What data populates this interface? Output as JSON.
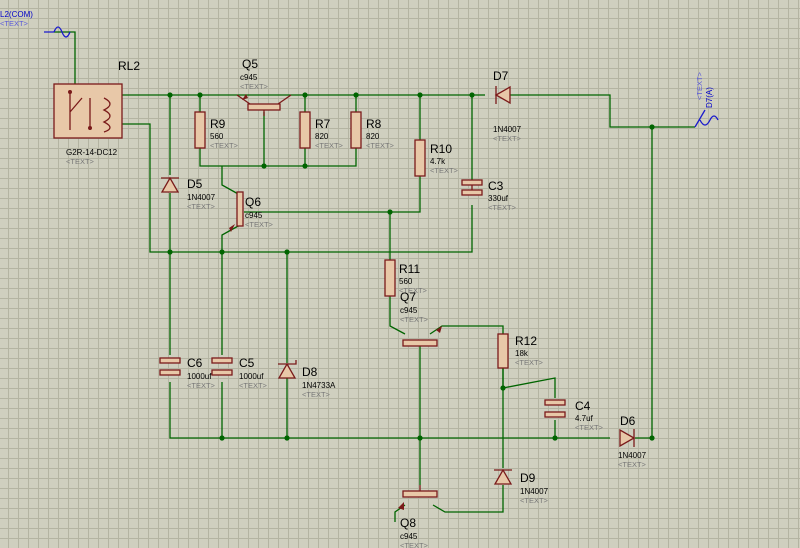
{
  "schematic": {
    "text_placeholder": "<TEXT>",
    "terminal_top": "L2(COM)",
    "terminal_right": "D7(A)",
    "relay": {
      "ref": "RL2",
      "value": "G2R-14-DC12"
    },
    "q5": {
      "ref": "Q5",
      "value": "c945"
    },
    "q6": {
      "ref": "Q6",
      "value": "c945"
    },
    "q7": {
      "ref": "Q7",
      "value": "c945"
    },
    "q8": {
      "ref": "Q8",
      "value": "c945"
    },
    "r9": {
      "ref": "R9",
      "value": "560"
    },
    "r7": {
      "ref": "R7",
      "value": "820"
    },
    "r8": {
      "ref": "R8",
      "value": "820"
    },
    "r10": {
      "ref": "R10",
      "value": "4.7k"
    },
    "r11": {
      "ref": "R11",
      "value": "560"
    },
    "r12": {
      "ref": "R12",
      "value": "18k"
    },
    "c3": {
      "ref": "C3",
      "value": "330uf"
    },
    "c4": {
      "ref": "C4",
      "value": "4.7uf"
    },
    "c5": {
      "ref": "C5",
      "value": "1000uf"
    },
    "c6": {
      "ref": "C6",
      "value": "1000uf"
    },
    "d5": {
      "ref": "D5",
      "value": "1N4007"
    },
    "d6": {
      "ref": "D6",
      "value": "1N4007"
    },
    "d7": {
      "ref": "D7",
      "value": "1N4007"
    },
    "d8": {
      "ref": "D8",
      "value": "1N4733A"
    },
    "d9": {
      "ref": "D9",
      "value": "1N4007"
    }
  },
  "colors": {
    "wire": "#006400",
    "component_outline": "#7a1a1a",
    "component_fill": "#e8c8a8",
    "terminal": "#0000c8",
    "grid": "#b4b4a2",
    "background": "#cfcfbf"
  }
}
